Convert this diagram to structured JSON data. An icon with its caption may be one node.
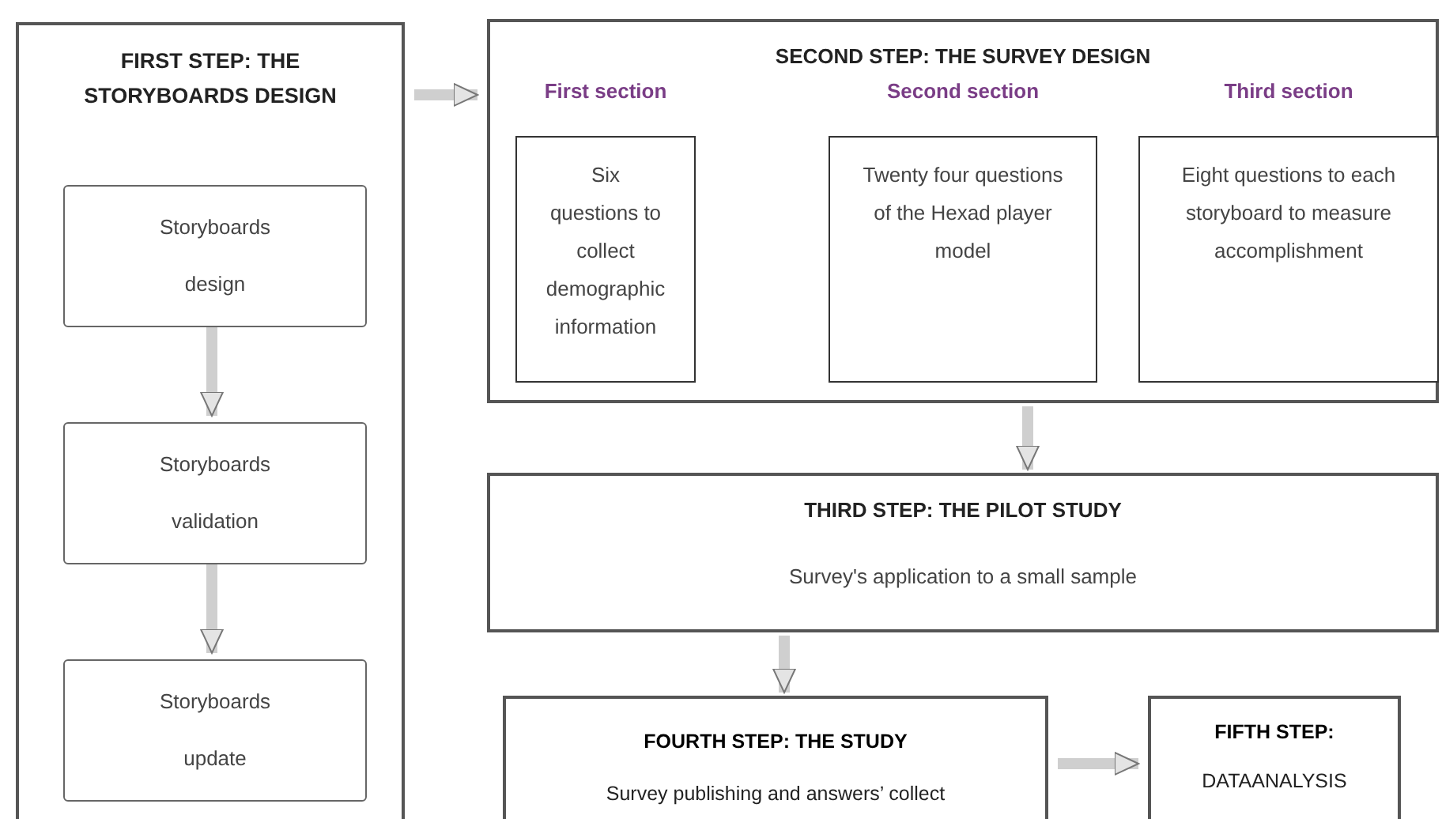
{
  "diagram": {
    "nodes": [
      {
        "text": [
          "FIRST STEP: THE STORYBOARDS DESIGN"
        ]
      },
      {
        "text": [
          "Storyboards design"
        ],
        "in": 0
      },
      {
        "text": [
          "Storyboards validation"
        ],
        "in": 0
      },
      {
        "text": [
          "Storyboards update"
        ],
        "in": 0
      },
      {
        "text": [
          "SECOND STEP: THE SURVEY DESIGN"
        ]
      },
      {
        "text": [
          "First section",
          "Six questions to collect demographic information"
        ],
        "in": 4
      },
      {
        "text": [
          "Second section",
          "Twenty four questions of the Hexad player model"
        ],
        "in": 4
      },
      {
        "text": [
          "Third section",
          "Eight questions to each storyboard to measure accomplishment"
        ],
        "in": 4
      },
      {
        "text": [
          "THIRD STEP: THE PILOT STUDY",
          "Survey's application to a small sample"
        ]
      },
      {
        "text": [
          "FOURTH STEP: THE STUDY",
          "Survey publishing and answers’ collect"
        ]
      },
      {
        "text": [
          "FIFTH STEP:",
          "DATAANALYSIS"
        ]
      }
    ],
    "edges": [
      {
        "from": 1,
        "to": 2,
        "arrow": "to"
      },
      {
        "from": 2,
        "to": 3,
        "arrow": "to"
      },
      {
        "from": 0,
        "to": 4,
        "arrow": "to"
      },
      {
        "from": 4,
        "to": 8,
        "arrow": "to"
      },
      {
        "from": 8,
        "to": 9,
        "arrow": "to"
      },
      {
        "from": 9,
        "to": 10,
        "arrow": "to"
      }
    ]
  }
}
